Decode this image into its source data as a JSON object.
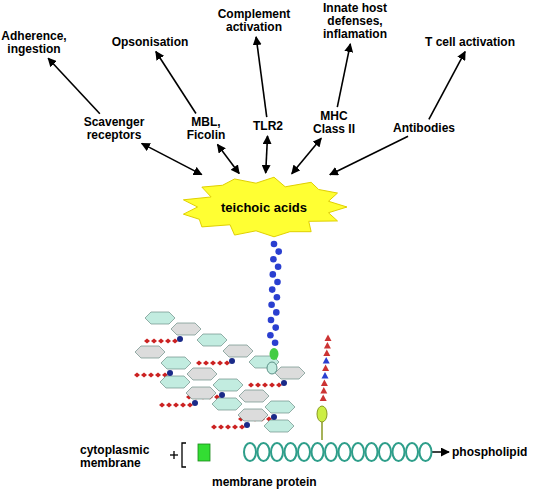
{
  "diagram": {
    "nodes": [
      {
        "text": [
          "Adherence, ingestion"
        ]
      },
      {
        "text": [
          "Opsonisation"
        ]
      },
      {
        "text": [
          "Complement activation"
        ]
      },
      {
        "text": [
          "Innate host defenses, inflamation"
        ]
      },
      {
        "text": [
          "T cell activation"
        ]
      },
      {
        "text": [
          "Scavenger receptors"
        ]
      },
      {
        "text": [
          "MBL, Ficolin"
        ]
      },
      {
        "text": [
          "TLR2"
        ]
      },
      {
        "text": [
          "MHC Class II"
        ]
      },
      {
        "text": [
          "Antibodies"
        ]
      },
      {
        "text": [
          "teichoic acids"
        ]
      }
    ],
    "edges": [
      {
        "from": 5,
        "to": 0,
        "arrow": "to"
      },
      {
        "from": 6,
        "to": 1,
        "arrow": "to"
      },
      {
        "from": 7,
        "to": 2,
        "arrow": "to"
      },
      {
        "from": 8,
        "to": 3,
        "arrow": "to"
      },
      {
        "from": 9,
        "to": 4,
        "arrow": "to"
      },
      {
        "from": 5,
        "to": 10,
        "arrow": "both"
      },
      {
        "from": 6,
        "to": 10,
        "arrow": "both"
      },
      {
        "from": 7,
        "to": 10,
        "arrow": "both"
      },
      {
        "from": 8,
        "to": 10,
        "arrow": "both"
      },
      {
        "from": 9,
        "to": 10,
        "arrow": "to"
      }
    ],
    "labels": [
      "cytoplasmic membrane",
      "phospholipid",
      "membrane protein"
    ]
  }
}
